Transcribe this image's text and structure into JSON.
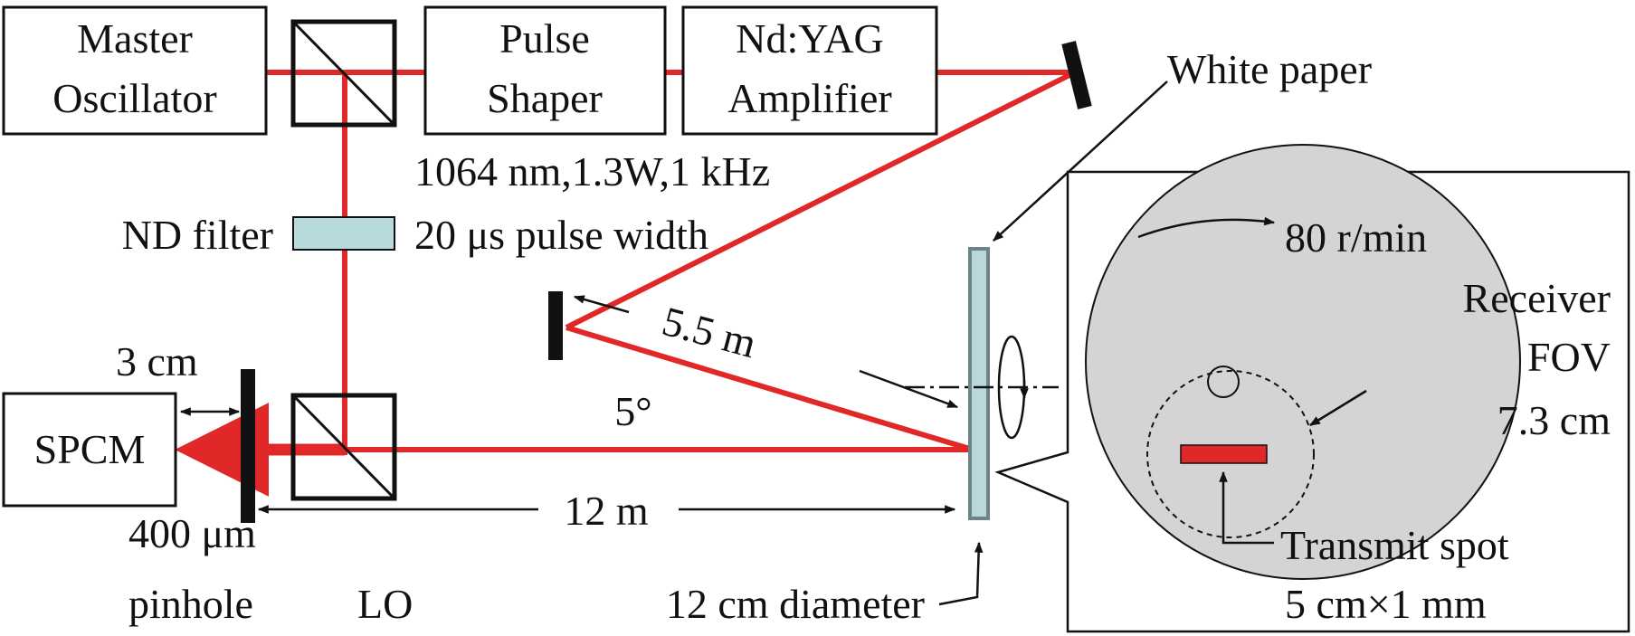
{
  "components": {
    "master_oscillator": [
      "Master",
      "Oscillator"
    ],
    "pulse_shaper": [
      "Pulse",
      "Shaper"
    ],
    "amplifier": [
      "Nd:YAG",
      "Amplifier"
    ],
    "spcm": "SPCM"
  },
  "labels": {
    "laser_spec": "1064 nm,1.3W,1 kHz",
    "pulse_width": "20 μs pulse width",
    "nd_filter": "ND filter",
    "white_paper": "White paper",
    "pinhole_distance": "3 cm",
    "pinhole": [
      "400 μm",
      "pinhole"
    ],
    "lo": "LO",
    "mirror_distance": "5.5 m",
    "angle": "5°",
    "target_distance": "12 m",
    "diameter": "12 cm diameter",
    "rotation": "80 r/min",
    "receiver_fov": [
      "Receiver",
      "FOV",
      "7.3 cm"
    ],
    "transmit_spot": [
      "Transmit spot",
      "5 cm×1 mm"
    ]
  },
  "colors": {
    "beam": "#e02828",
    "nd_filter": "#b9dadd",
    "disc": "#d6d3d4",
    "paper_edge": "#6f8488",
    "spot": "#e02828"
  }
}
